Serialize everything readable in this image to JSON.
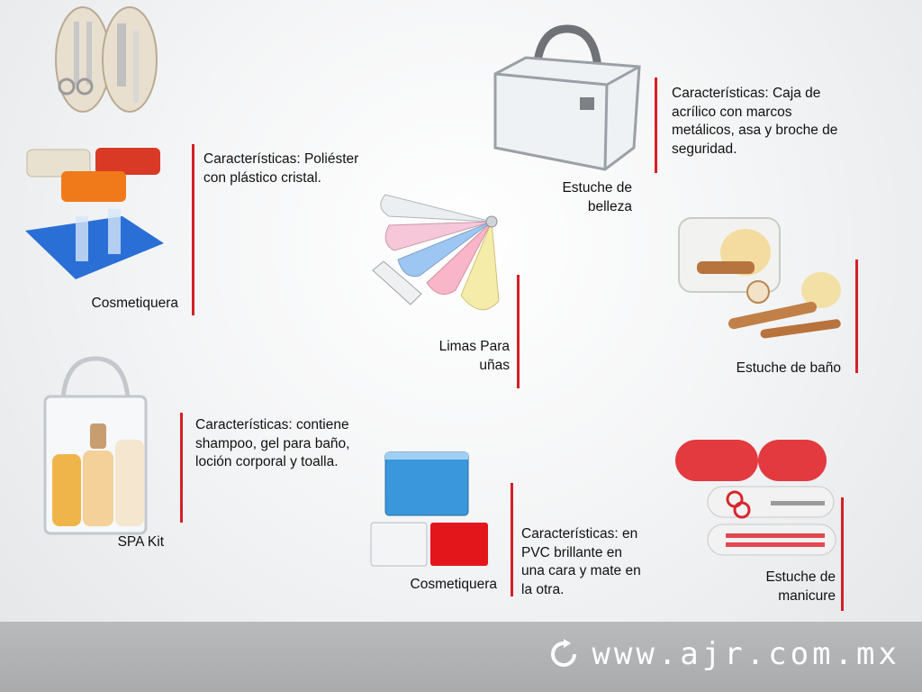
{
  "products": {
    "cosmetiquera_1": {
      "name": "Cosmetiquera",
      "features": "Características: Poliéster con plástico cristal."
    },
    "estuche_belleza": {
      "name": "Estuche de belleza",
      "features": "Características: Caja de acrílico con marcos metálicos, asa y broche de seguridad."
    },
    "limas": {
      "name": "Limas Para uñas"
    },
    "estuche_bano": {
      "name": "Estuche de baño"
    },
    "spa_kit": {
      "name": "SPA Kit",
      "features": "Características: contiene shampoo, gel para baño, loción corporal y toalla."
    },
    "cosmetiquera_2": {
      "name": "Cosmetiquera",
      "features": "Características: en PVC brillante en una cara y mate en la otra."
    },
    "estuche_manicure": {
      "name": "Estuche de manicure"
    }
  },
  "footer": {
    "url": "www.ajr.com.mx"
  },
  "colors": {
    "accent_bar": "#d61f26",
    "footer_bg": "#adafb1",
    "footer_text": "#ffffff"
  }
}
